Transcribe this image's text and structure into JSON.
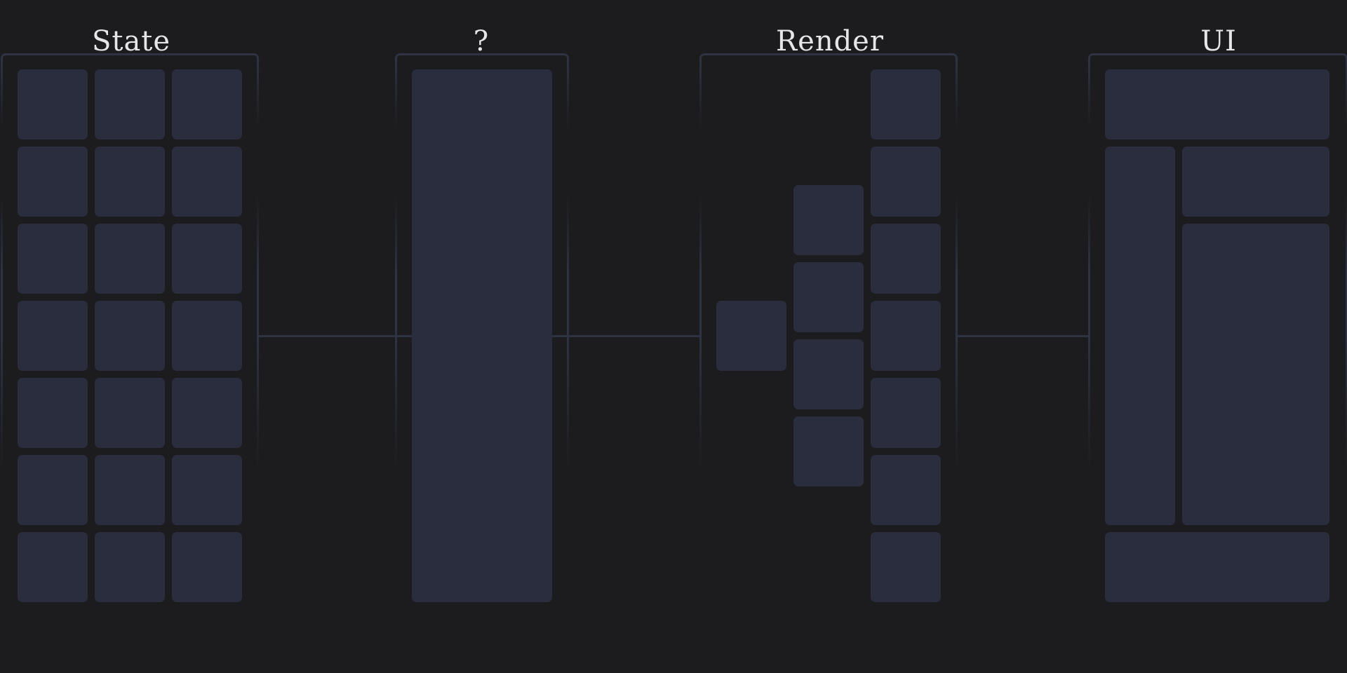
{
  "diagram": {
    "columns": [
      {
        "id": "state",
        "title": "State"
      },
      {
        "id": "unknown",
        "title": "?"
      },
      {
        "id": "render",
        "title": "Render"
      },
      {
        "id": "ui",
        "title": "UI"
      }
    ]
  },
  "colors": {
    "background": "#1c1c1e",
    "block": "#2a2d3d",
    "frame_line": "#2e3343",
    "title_text": "#e6e6ea"
  }
}
